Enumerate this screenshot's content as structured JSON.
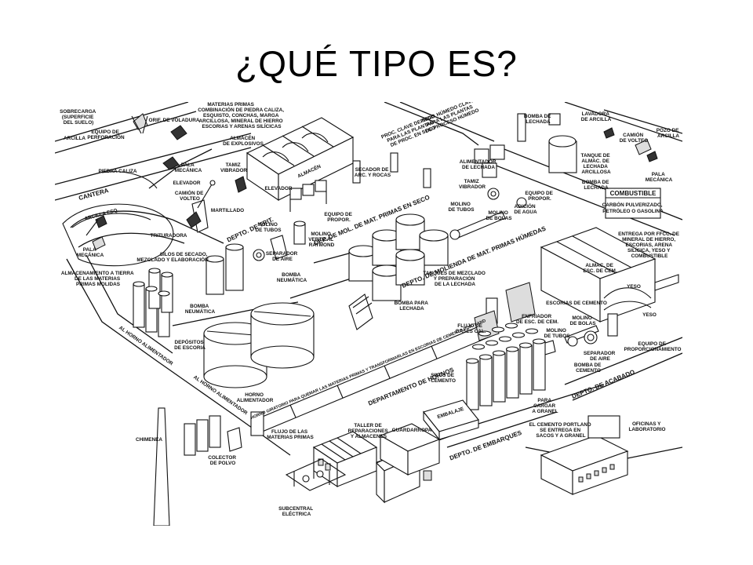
{
  "title": "¿QUÉ TIPO ES?",
  "labels": {
    "sobrecarga": [
      "SOBRECARGA",
      "(SUPERFICIE",
      "DEL SUELO)"
    ],
    "arcilla_top": "ARCILLA",
    "orif_voladura": "ORIF. DE VOLADURA",
    "equipo_perforacion": [
      "EQUIPO DE",
      "PERFORACIÓN"
    ],
    "piedra_caliza": "PIEDRA CALIZA",
    "cantera": "CANTERA",
    "arcilla_esq": "ARCILLA ESQ.",
    "pala_mecanica_left": [
      "PALA",
      "MECÁNICA"
    ],
    "pala_mecanica_mid": [
      "PALA",
      "MECÁNICA"
    ],
    "elevador_left": "ELEVADOR",
    "camion_volteo_left": [
      "CAMIÓN DE",
      "VOLTEO"
    ],
    "trituradora": "TRITURADORA",
    "materias_primas": [
      "MATERIAS PRIMAS",
      "COMBINACIÓN DE PIEDRA CALIZA,",
      "ESQUISTO, CONCHAS, MARGA",
      "ARCILLOSA, MINERAL DE HIERRO",
      "ESCORIAS Y ARENAS SILÍCICAS"
    ],
    "almacen_explosivos": [
      "ALMACÉN",
      "DE EXPLOSIVOS"
    ],
    "tamiz_vibrador_left": [
      "TAMIZ",
      "VIBRADOR"
    ],
    "martillado": "MARTILLADO",
    "almacen": "ALMACÉN",
    "elevador_mid": "ELEVADOR",
    "silos_secado": [
      "SILOS DE SECADO,",
      "MEZCLADO Y ELABORACIÓN"
    ],
    "almacenamiento": [
      "ALMACENAMIENTO A TIERRA",
      "DE LAS MATERIAS",
      "PRIMAS MOLIDAS"
    ],
    "bomba_neumatica_left": [
      "BOMBA",
      "NEUMÁTICA"
    ],
    "depto_trit": "DEPTO. DE TRIT.",
    "molino_tubos_left": [
      "MOLINO",
      "DE TUBOS"
    ],
    "separador_aire_left": [
      "SEPARADOR",
      "DE AIRE"
    ],
    "molino_vertical": [
      "MOLINO",
      "VERTICAL",
      "RAYMOND"
    ],
    "equipo_propor_left": [
      "EQUIPO DE",
      "PROPOR."
    ],
    "bomba_neumatica_mid": [
      "BOMBA",
      "NEUMÁTICA"
    ],
    "secador": [
      "SECADOR DE",
      "ARC. Y ROCAS"
    ],
    "proc_seco": [
      "PROC. CLAVE DE SECO",
      "PARA LAS PLANTAS",
      "DE PROC. EN SECO"
    ],
    "proc_humedo": [
      "PROC. HÚMEDO CLAVE",
      "PARA LAS PLANTAS",
      "DE PROCESO HÚMEDO"
    ],
    "depto_mol_seco": "DEP. DE MOL. DE MAT. PRIMAS EN SECO",
    "alimentador_lechada": [
      "ALIMENTADOR",
      "DE LECHADA"
    ],
    "tamiz_vibrador_right": [
      "TAMIZ",
      "VIBRADOR"
    ],
    "molino_tubos_mid": [
      "MOLINO",
      "DE TUBOS"
    ],
    "molino_bolas_mid": [
      "MOLINO",
      "DE BOLAS"
    ],
    "adicion_agua": [
      "ADICIÓN",
      "DE AGUA"
    ],
    "equipo_propor_right": [
      "EQUIPO DE",
      "PROPOR."
    ],
    "bomba_lechada_top": [
      "BOMBA DE",
      "LECHADA"
    ],
    "lavadora_arcilla": [
      "LAVADORA",
      "DE ARCILLA"
    ],
    "tanque_almac": [
      "TANQUE DE",
      "ALMAC. DE",
      "LECHADA",
      "ARCILLOSA"
    ],
    "bomba_lechada_right": [
      "BOMBA DE",
      "LECHADA"
    ],
    "camion_volteo_right": [
      "CAMIÓN",
      "DE VOLTEO"
    ],
    "pozo_arcilla": [
      "POZO DE",
      "ARCILLA"
    ],
    "pala_mecanica_right": [
      "PALA",
      "MECÁNICA"
    ],
    "combustible_title": "COMBUSTIBLE",
    "combustible_body": [
      "CARBÓN PULVERIZADO,",
      "PETRÓLEO O GASOLINA"
    ],
    "depto_mol_humeda": "DEPTO. DE MOLIENDA DE MAT. PRIMAS HÚMEDAS",
    "entrega": [
      "ENTREGA POR FFCC. DE",
      "MINERAL DE HIERRO,",
      "ESCORIAS, ARENA",
      "SILÍCICA, YESO Y",
      "COMBUSTIBLE"
    ],
    "tanques_mezclado": [
      "TANQUES DE MEZCLADO",
      "Y PREPARACIÓN",
      "DE LA LECHADA"
    ],
    "bomba_lechada_mid": [
      "BOMBA PARA",
      "LECHADA"
    ],
    "almac_esc": [
      "ALMAC. DE",
      "ESC. DE CEM."
    ],
    "yeso_top": "YESO",
    "yeso_bottom": "YESO",
    "escorias_cemento": "ESCORIAS DE CEMENTO",
    "flujo_gases": [
      "FLUJO DE",
      "GASES CAL."
    ],
    "enfriador": [
      "ENFRIADOR",
      "DE ESC. DE CEM."
    ],
    "molino_tubos_right": [
      "MOLINO",
      "DE TUBOS"
    ],
    "molino_bolas_right": [
      "MOLINO",
      "DE BOLAS"
    ],
    "separador_aire_right": [
      "SEPARADOR",
      "DE AIRE"
    ],
    "bomba_cemento": [
      "BOMBA DE",
      "CEMENTO"
    ],
    "equipo_proporcionamiento": [
      "EQUIPO DE",
      "PROPORCIONAMIENTO"
    ],
    "depto_acabado": "DEPTO. DE ACABADO",
    "horno_text": "HORNO GIRATORIO PARA QUEMAR LAS MATERIAS PRIMAS Y TRANSFORMARLAS EN ESCORIAS DE CEMENTO PORTLAND",
    "depositos_escoria": [
      "DEPÓSITOS",
      "DE ESCORIA"
    ],
    "al_horno_1": "AL HORNO ALIMENTADOR",
    "al_horno_2": "AL HORNO ALIMENTADOR",
    "horno_alimentador": [
      "HORNO",
      "ALIMENTADOR"
    ],
    "departamento_hornos": "DEPARTAMENTO DE HORNOS",
    "silos_cemento": [
      "SILOS DE",
      "CEMENTO"
    ],
    "embalaje": "EMBALAJE",
    "para_cargar": [
      "PARA",
      "CARGAR",
      "A GRANEL"
    ],
    "cemento_portland": [
      "EL CEMENTO PORTLAND",
      "SE ENTREGA EN",
      "SACOS Y A GRANEL"
    ],
    "depto_embarques": "DEPTO. DE EMBARQUES",
    "chimenea": "CHIMENEA",
    "colector_polvo": [
      "COLECTOR",
      "DE POLVO"
    ],
    "flujo_materias": [
      "FLUJO DE LAS",
      "MATERIAS PRIMAS"
    ],
    "taller": [
      "TALLER DE",
      "REPARACIONES",
      "Y ALMACENES"
    ],
    "guardarropa": "GUARDARROPA",
    "subcentral": [
      "SUBCENTRAL",
      "ELÉCTRICA"
    ],
    "oficinas": [
      "OFICINAS Y",
      "LABORATORIO"
    ]
  }
}
